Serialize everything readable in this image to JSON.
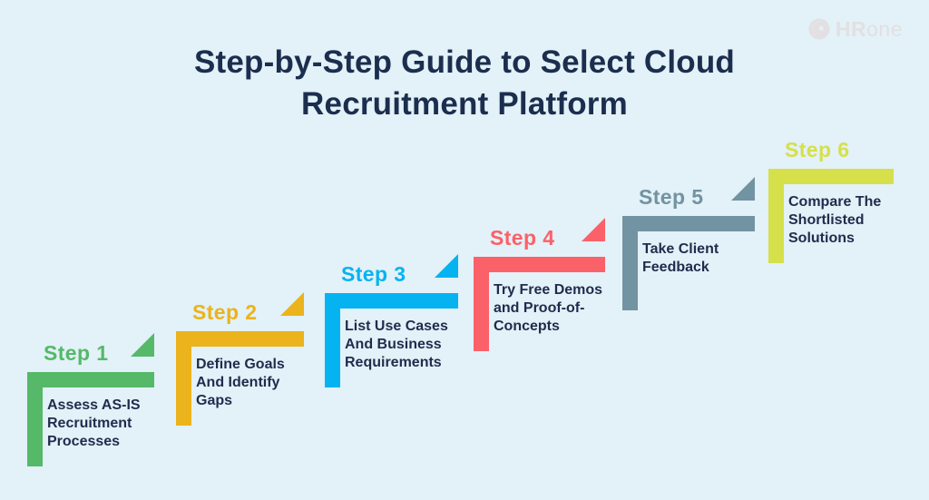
{
  "title": {
    "text": "Step-by-Step Guide to Select Cloud\nRecruitment Platform"
  },
  "logo": {
    "icon": "hrone-swirl-icon",
    "brand_bold": "HR",
    "brand_light": "one",
    "color": "#E2E0E2"
  },
  "colors": {
    "background": "#E3F1F8",
    "title_text": "#1B2E4E",
    "body_text": "#1F2C4D"
  },
  "steps": [
    {
      "label": "Step 1",
      "description": "Assess AS-IS\nRecruitment\nProcesses",
      "color": "#55B969",
      "triangle": true
    },
    {
      "label": "Step 2",
      "description": "Define Goals\nAnd Identify\nGaps",
      "color": "#EBB31C",
      "triangle": true
    },
    {
      "label": "Step 3",
      "description": "List Use Cases\nAnd Business\nRequirements",
      "color": "#06B3F1",
      "triangle": true
    },
    {
      "label": "Step 4",
      "description": "Try Free Demos\nand Proof-of-\nConcepts",
      "color": "#FB6169",
      "triangle": true
    },
    {
      "label": "Step 5",
      "description": "Take Client\nFeedback",
      "color": "#7293A1",
      "triangle": true
    },
    {
      "label": "Step 6",
      "description": "Compare The\nShortlisted\nSolutions",
      "color": "#D6E04A",
      "triangle": false
    }
  ]
}
